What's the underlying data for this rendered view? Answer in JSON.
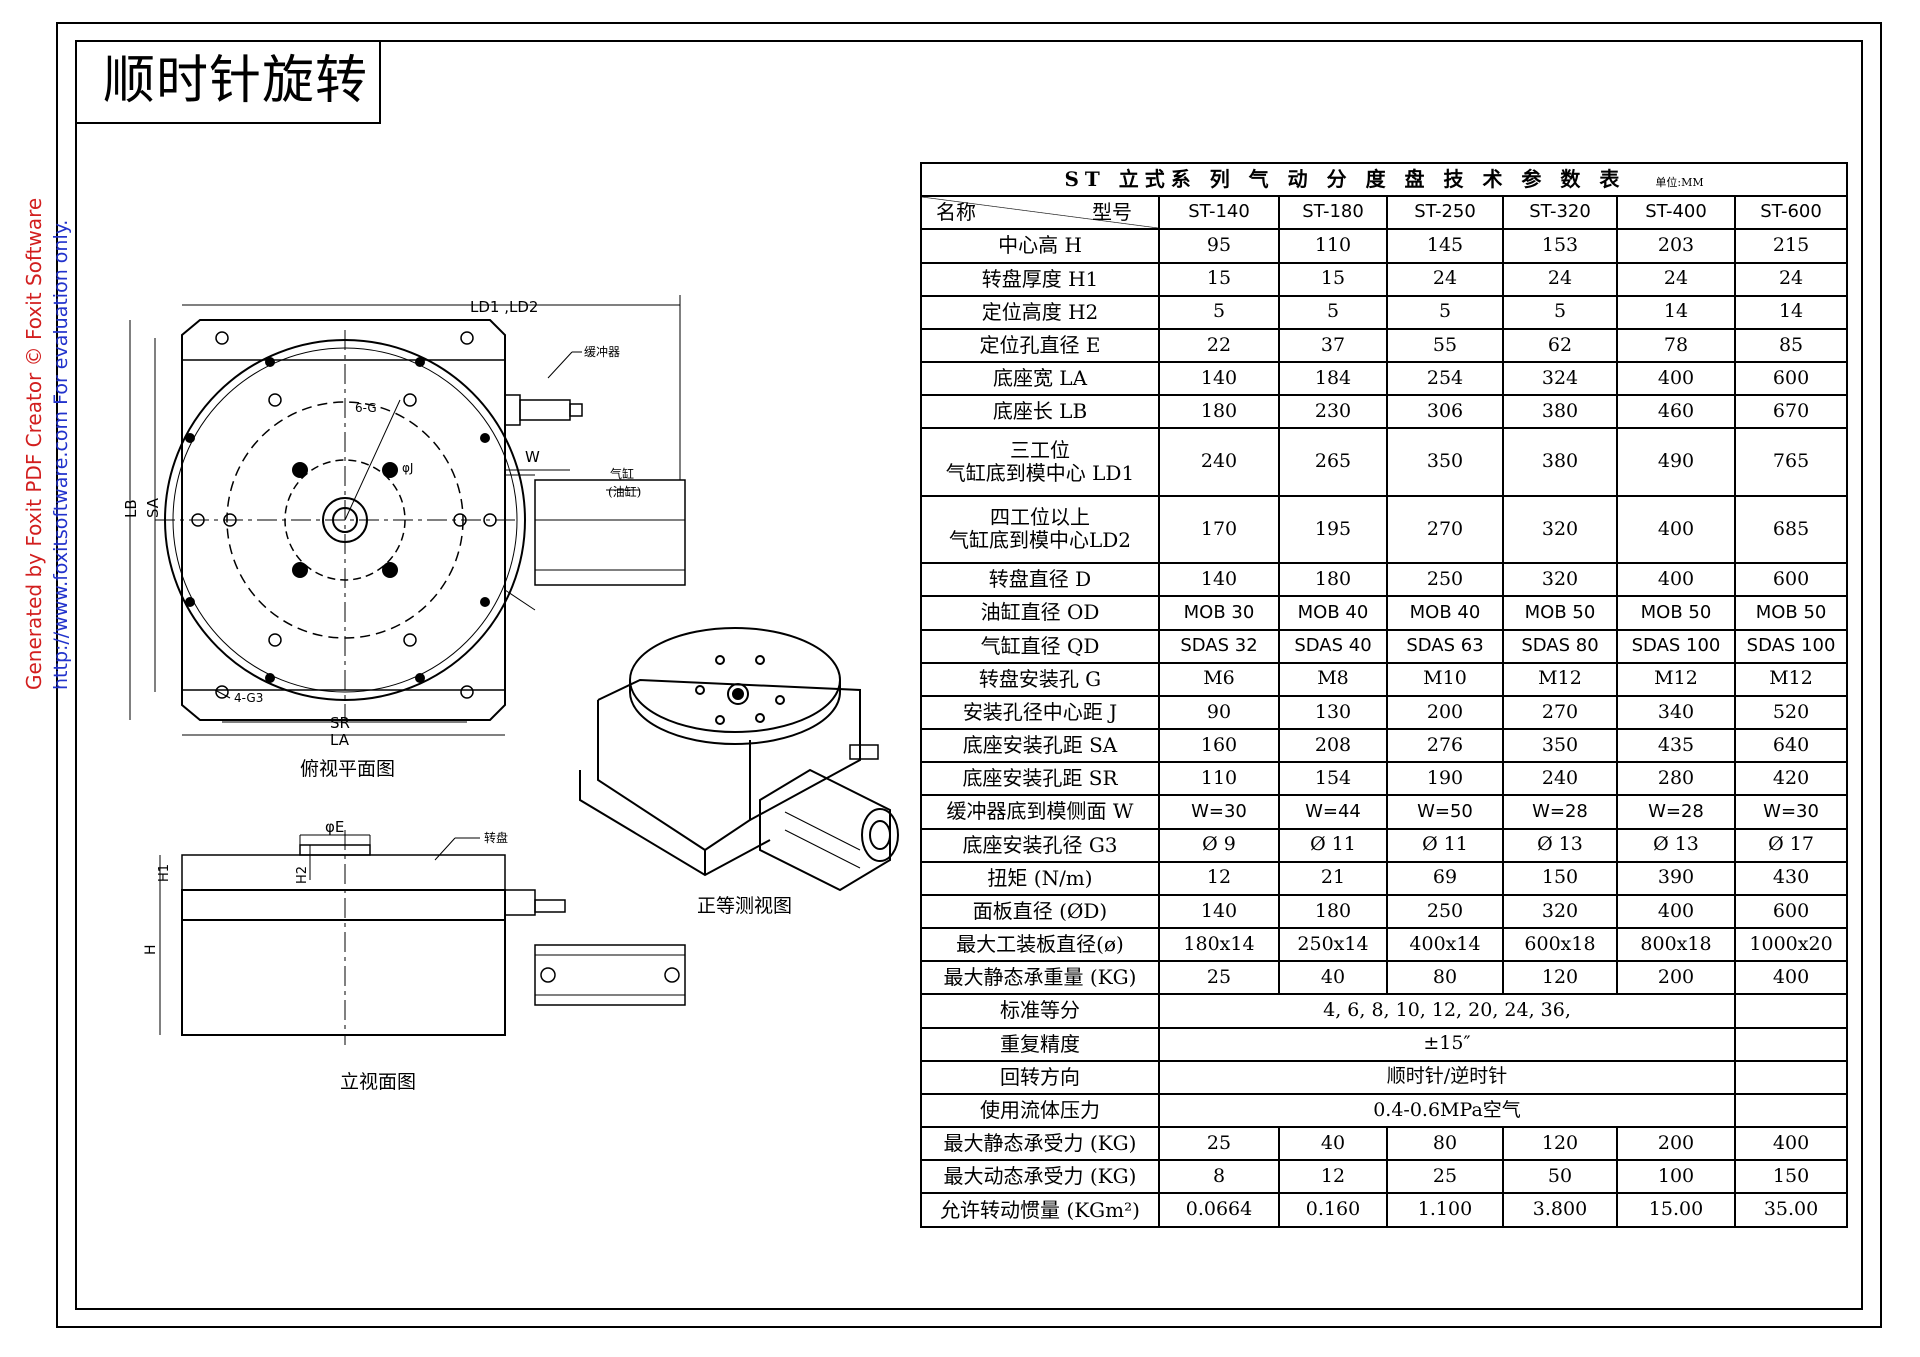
{
  "title": "顺时针旋转",
  "watermark": {
    "line1": "Generated by Foxit PDF Creator © Foxit Software",
    "line2": "http://www.foxitsoftware.com   For evaluation only."
  },
  "drawing": {
    "top_view_caption": "俯视平面图",
    "iso_view_caption": "正等测视图",
    "front_view_caption": "立视面图",
    "labels": {
      "ld": "LD1 ,LD2",
      "buffer": "缓冲器",
      "cylinder": "气缸",
      "cylinder_sub": "(油缸)",
      "w": "W",
      "lb": "LB",
      "sa": "SA",
      "sr": "SR",
      "la": "LA",
      "g": "6-G",
      "j": "φJ",
      "g3": "4-G3",
      "e": "φE",
      "disk": "转盘",
      "h1": "H1",
      "h2": "H2",
      "h": "H"
    }
  },
  "table": {
    "title": "ST 立式系 列 气 动 分 度 盘 技 术 参 数 表",
    "unit": "单位:MM",
    "header_name": "名称",
    "header_model": "型号",
    "models": [
      "ST-140",
      "ST-180",
      "ST-250",
      "ST-320",
      "ST-400",
      "ST-600"
    ],
    "rows": [
      {
        "label": "中心高   H",
        "values": [
          "95",
          "110",
          "145",
          "153",
          "203",
          "215"
        ]
      },
      {
        "label": "转盘厚度  H1",
        "values": [
          "15",
          "15",
          "24",
          "24",
          "24",
          "24"
        ]
      },
      {
        "label": "定位高度  H2",
        "values": [
          "5",
          "5",
          "5",
          "5",
          "14",
          "14"
        ]
      },
      {
        "label": "定位孔直径 E",
        "values": [
          "22",
          "37",
          "55",
          "62",
          "78",
          "85"
        ]
      },
      {
        "label": "底座宽   LA",
        "values": [
          "140",
          "184",
          "254",
          "324",
          "400",
          "600"
        ]
      },
      {
        "label": "底座长   LB",
        "values": [
          "180",
          "230",
          "306",
          "380",
          "460",
          "670"
        ]
      },
      {
        "label": "三工位\n气缸底到模中心 LD1",
        "values": [
          "240",
          "265",
          "350",
          "380",
          "490",
          "765"
        ],
        "tall": true
      },
      {
        "label": "四工位以上\n气缸底到模中心LD2",
        "values": [
          "170",
          "195",
          "270",
          "320",
          "400",
          "685"
        ],
        "tall": true
      },
      {
        "label": "转盘直径  D",
        "values": [
          "140",
          "180",
          "250",
          "320",
          "400",
          "600"
        ]
      },
      {
        "label": "油缸直径 OD",
        "values": [
          "MOB 30",
          "MOB 40",
          "MOB 40",
          "MOB 50",
          "MOB 50",
          "MOB 50"
        ],
        "sans": true
      },
      {
        "label": "气缸直径 QD",
        "values": [
          "SDAS 32",
          "SDAS 40",
          "SDAS 63",
          "SDAS 80",
          "SDAS 100",
          "SDAS 100"
        ],
        "sans": true
      },
      {
        "label": "转盘安装孔  G",
        "values": [
          "M6",
          "M8",
          "M10",
          "M12",
          "M12",
          "M12"
        ]
      },
      {
        "label": "安装孔径中心距 J",
        "values": [
          "90",
          "130",
          "200",
          "270",
          "340",
          "520"
        ]
      },
      {
        "label": "底座安装孔距 SA",
        "values": [
          "160",
          "208",
          "276",
          "350",
          "435",
          "640"
        ]
      },
      {
        "label": "底座安装孔距 SR",
        "values": [
          "110",
          "154",
          "190",
          "240",
          "280",
          "420"
        ]
      },
      {
        "label": "缓冲器底到模侧面 W",
        "values": [
          "W=30",
          "W=44",
          "W=50",
          "W=28",
          "W=28",
          "W=30"
        ],
        "sans": true
      },
      {
        "label": "底座安装孔径 G3",
        "values": [
          "Ø 9",
          "Ø 11",
          "Ø 11",
          "Ø 13",
          "Ø 13",
          "Ø 17"
        ]
      },
      {
        "label": "扭矩    (N/m)",
        "values": [
          "12",
          "21",
          "69",
          "150",
          "390",
          "430"
        ]
      },
      {
        "label": "面板直径  (ØD)",
        "values": [
          "140",
          "180",
          "250",
          "320",
          "400",
          "600"
        ]
      },
      {
        "label": "最大工装板直径(ø)",
        "values": [
          "180x14",
          "250x14",
          "400x14",
          "600x18",
          "800x18",
          "1000x20"
        ]
      },
      {
        "label": "最大静态承重量 (KG)",
        "values": [
          "25",
          "40",
          "80",
          "120",
          "200",
          "400"
        ]
      }
    ],
    "merged_rows": [
      {
        "label": "标准等分",
        "value": "4, 6, 8, 10, 12, 20, 24, 36,"
      },
      {
        "label": "重复精度",
        "value": "±15″"
      },
      {
        "label": "回转方向",
        "value": "顺时针/逆时针"
      },
      {
        "label": "使用流体压力",
        "value": "0.4-0.6MPa空气"
      }
    ],
    "tail_rows": [
      {
        "label": "最大静态承受力 (KG)",
        "values": [
          "25",
          "40",
          "80",
          "120",
          "200",
          "400"
        ]
      },
      {
        "label": "最大动态承受力 (KG)",
        "values": [
          "8",
          "12",
          "25",
          "50",
          "100",
          "150"
        ]
      },
      {
        "label": "允许转动惯量 (KGm²)",
        "values": [
          "0.0664",
          "0.160",
          "1.100",
          "3.800",
          "15.00",
          "35.00"
        ]
      }
    ]
  }
}
